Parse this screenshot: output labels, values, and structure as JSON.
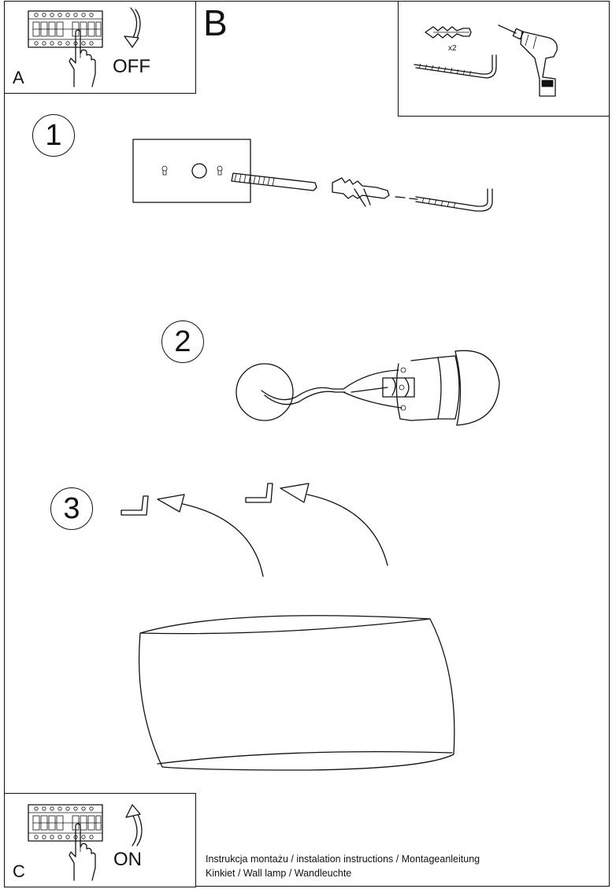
{
  "panel_a": {
    "letter": "A",
    "state": "OFF"
  },
  "panel_b": {
    "letter": "B",
    "quantity": "x2"
  },
  "panel_c": {
    "letter": "C",
    "state": "ON"
  },
  "steps": [
    "1",
    "2",
    "3"
  ],
  "caption": {
    "line1": "Instrukcja montażu / instalation instructions / Montageanleitung",
    "line2": "Kinkiet / Wall lamp / Wandleuchte"
  },
  "icons": [
    "breaker-panel-icon",
    "hand-icon",
    "rotate-arrow-icon",
    "wall-plug-icon",
    "hook-screw-icon",
    "drill-icon",
    "keyhole-icon"
  ]
}
